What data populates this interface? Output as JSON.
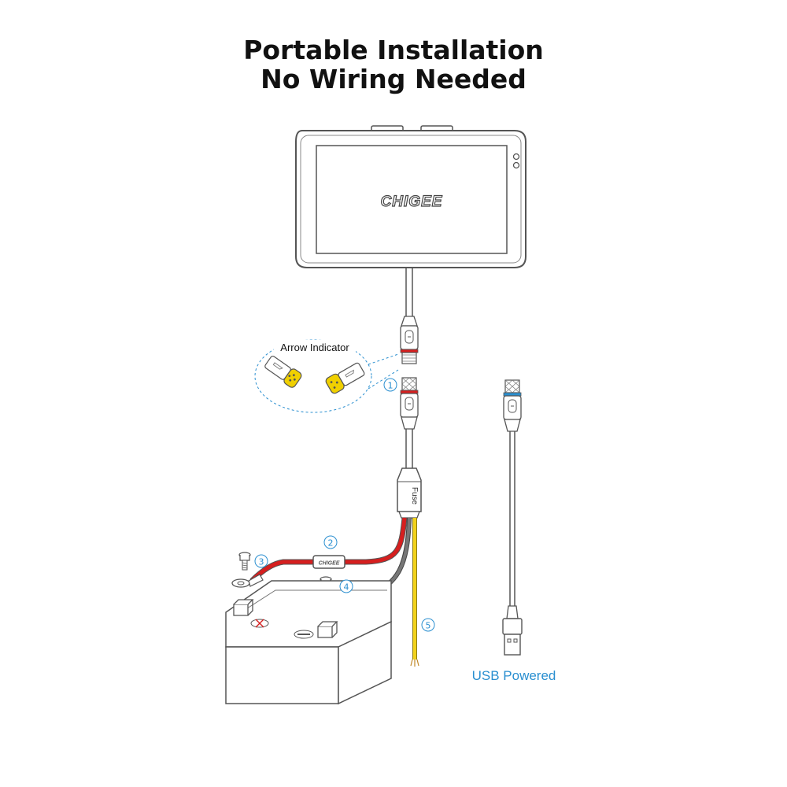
{
  "header": {
    "title_line1": "Portable Installation",
    "title_line2": "No Wiring Needed"
  },
  "device": {
    "brand": "CHIGEE"
  },
  "callout": {
    "label": "Arrow Indicator"
  },
  "cable": {
    "fuse_label": "Fuse"
  },
  "markers": [
    "①",
    "②",
    "③",
    "④",
    "⑤"
  ],
  "usb": {
    "label": "USB Powered"
  },
  "colors": {
    "outline": "#555555",
    "accent_blue": "#2a8fd0",
    "positive_wire": "#d61f1f",
    "ground_wire": "#666666",
    "signal_wire": "#f2d21b",
    "connector_red": "#d62020",
    "indicator_yellow": "#f0d000"
  },
  "icons": [
    "screw-icon",
    "ring-terminal-icon",
    "inline-fuse-icon",
    "usb-plug-icon",
    "connector-icon"
  ]
}
